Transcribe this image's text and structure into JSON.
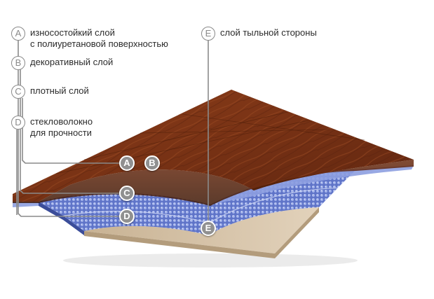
{
  "legend": [
    {
      "letter": "A",
      "line1": "износостойкий слой",
      "line2": "с полиуретановой поверхностью"
    },
    {
      "letter": "B",
      "line1": "декоративный слой",
      "line2": ""
    },
    {
      "letter": "C",
      "line1": "плотный слой",
      "line2": ""
    },
    {
      "letter": "D",
      "line1": "стекловолокно",
      "line2": "для прочности"
    },
    {
      "letter": "E",
      "line1": "слой тыльной стороны",
      "line2": ""
    }
  ],
  "pins": {
    "a": "A",
    "b": "B",
    "c": "C",
    "d": "D",
    "e": "E"
  },
  "colors": {
    "wood": "#7a3517",
    "blue_layer": "#6a7fd0",
    "backing": "#cdb89a",
    "leader": "#8a8a8a"
  }
}
